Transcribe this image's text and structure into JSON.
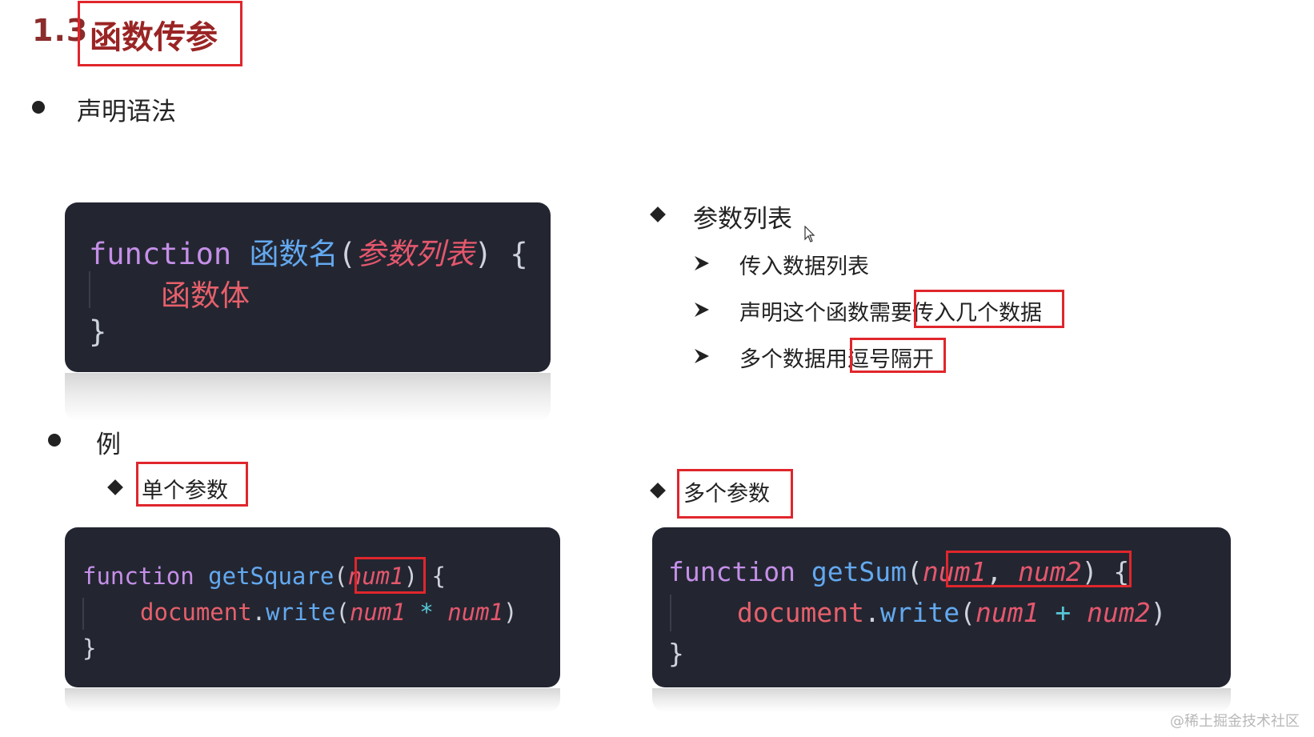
{
  "slide": {
    "section_number": "1.3",
    "section_title": "函数传参"
  },
  "declaration": {
    "heading": "声明语法",
    "code": {
      "keyword": "function",
      "name": "函数名",
      "open_paren": "(",
      "params": "参数列表",
      "close_paren": ")",
      "open_brace": "{",
      "body": "函数体",
      "close_brace": "}"
    }
  },
  "param_list": {
    "heading": "参数列表",
    "items": [
      {
        "text": "传入数据列表",
        "highlight": ""
      },
      {
        "text": "声明这个函数需要",
        "highlight": "传入几个数据"
      },
      {
        "text": "多个数据用",
        "highlight": "逗号隔开"
      }
    ]
  },
  "example": {
    "heading": "例",
    "single": {
      "label": "单个参数",
      "code": {
        "keyword": "function",
        "name": "getSquare",
        "open_paren": "(",
        "param": "num1",
        "close_paren": ")",
        "open_brace": "{",
        "obj": "document",
        "dot": ".",
        "method": "write",
        "call_open": "(",
        "arg1": "num1",
        "operator": "*",
        "arg2": "num1",
        "call_close": ")",
        "close_brace": "}"
      }
    },
    "multiple": {
      "label": "多个参数",
      "code": {
        "keyword": "function",
        "name": "getSum",
        "open_paren": "(",
        "param1": "num1",
        "comma": ",",
        "param2": "num2",
        "close_paren": ")",
        "open_brace": "{",
        "obj": "document",
        "dot": ".",
        "method": "write",
        "call_open": "(",
        "arg1": "num1",
        "operator": "+",
        "arg2": "num2",
        "call_close": ")",
        "close_brace": "}"
      }
    }
  },
  "watermark": "@稀土掘金技术社区",
  "colors": {
    "highlight_box": "#e0262c",
    "title": "#9a2424",
    "code_bg": "#232631",
    "keyword": "#c58fe8",
    "function_name": "#63a9f0",
    "param": "#e5576d"
  }
}
